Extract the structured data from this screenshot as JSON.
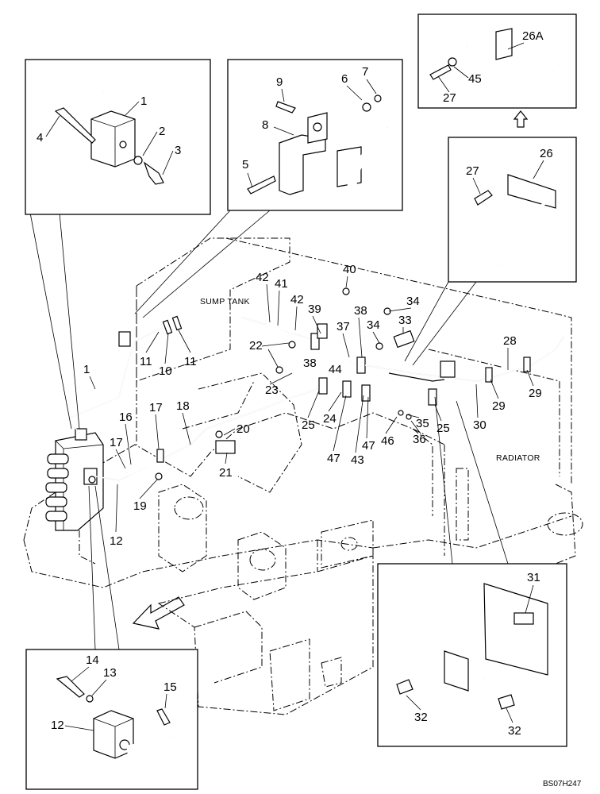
{
  "labels": {
    "sump_tank": "SUMP TANK",
    "radiator": "RADIATOR",
    "drawing_code": "BS07H247"
  },
  "part_numbers": [
    "1",
    "2",
    "3",
    "4",
    "5",
    "6",
    "7",
    "8",
    "9",
    "10",
    "11",
    "12",
    "13",
    "14",
    "15",
    "16",
    "17",
    "18",
    "19",
    "20",
    "21",
    "22",
    "23",
    "24",
    "25",
    "26",
    "26A",
    "27",
    "28",
    "29",
    "30",
    "31",
    "32",
    "33",
    "34",
    "35",
    "36",
    "37",
    "38",
    "39",
    "40",
    "41",
    "42",
    "43",
    "44",
    "45",
    "46",
    "47"
  ],
  "callouts": {
    "tl_1": "1",
    "tl_2": "2",
    "tl_3": "3",
    "tl_4": "4",
    "tc_5": "5",
    "tc_6": "6",
    "tc_7": "7",
    "tc_8": "8",
    "tc_9": "9",
    "tr_26a": "26A",
    "tr_27": "27",
    "tr_45": "45",
    "mr_26": "26",
    "mr_27": "27",
    "bl_12": "12",
    "bl_13": "13",
    "bl_14": "14",
    "bl_15": "15",
    "br_31": "31",
    "br_32a": "32",
    "br_32b": "32",
    "m_1": "1",
    "m_10": "10",
    "m_11a": "11",
    "m_11b": "11",
    "m_12": "12",
    "m_16": "16",
    "m_17a": "17",
    "m_17b": "17",
    "m_18": "18",
    "m_19": "19",
    "m_20": "20",
    "m_21": "21",
    "m_22": "22",
    "m_23": "23",
    "m_24": "24",
    "m_25a": "25",
    "m_25b": "25",
    "m_28": "28",
    "m_29a": "29",
    "m_29b": "29",
    "m_30": "30",
    "m_33": "33",
    "m_34a": "34",
    "m_34b": "34",
    "m_35": "35",
    "m_36": "36",
    "m_37": "37",
    "m_38a": "38",
    "m_38b": "38",
    "m_39": "39",
    "m_40": "40",
    "m_41": "41",
    "m_42a": "42",
    "m_42b": "42",
    "m_43": "43",
    "m_44": "44",
    "m_46": "46",
    "m_47a": "47",
    "m_47b": "47"
  }
}
